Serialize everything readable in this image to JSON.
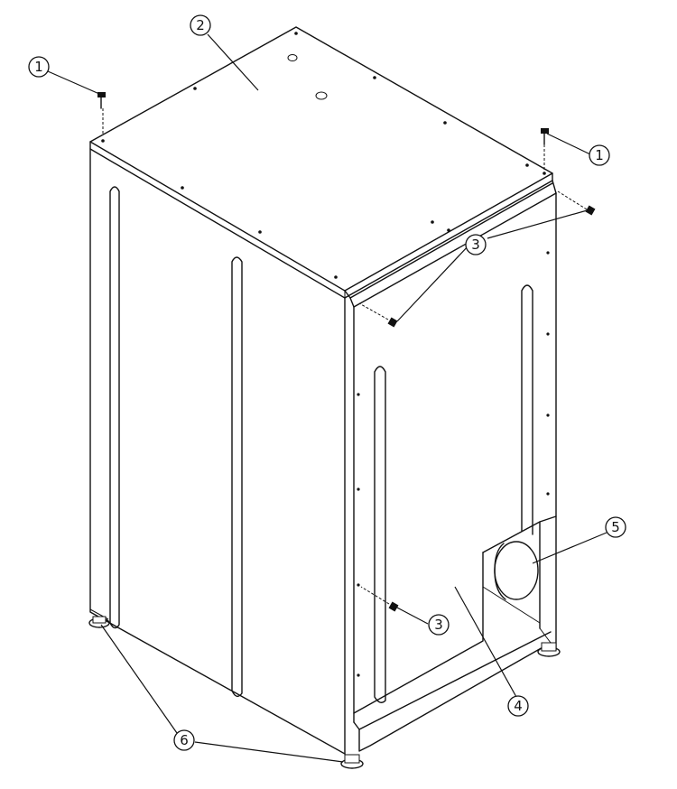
{
  "diagram": {
    "callouts": [
      {
        "id": "c1a",
        "label": "1"
      },
      {
        "id": "c1b",
        "label": "1"
      },
      {
        "id": "c2",
        "label": "2"
      },
      {
        "id": "c3a",
        "label": "3"
      },
      {
        "id": "c3b",
        "label": "3"
      },
      {
        "id": "c4",
        "label": "4"
      },
      {
        "id": "c5",
        "label": "5"
      },
      {
        "id": "c6",
        "label": "6"
      }
    ]
  }
}
